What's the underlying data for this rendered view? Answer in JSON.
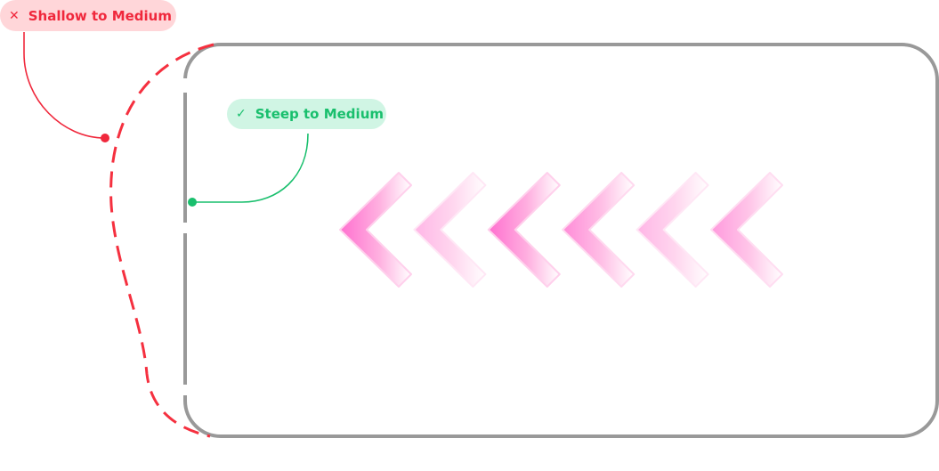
{
  "labels": {
    "bad": {
      "text": "Shallow to Medium",
      "icon": "x-icon",
      "color": "#f0283c"
    },
    "good": {
      "text": "Steep to Medium",
      "icon": "check-icon",
      "color": "#19bf6d"
    }
  },
  "chevrons": {
    "count": 6,
    "opacities": [
      1,
      0.5,
      1,
      0.8,
      0.5,
      0.7
    ],
    "color": "#ff6fcf"
  },
  "frame_color": "#999999"
}
